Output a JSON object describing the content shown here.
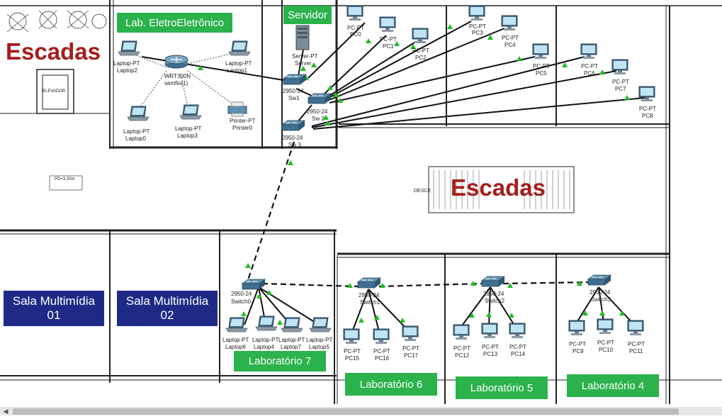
{
  "rooms": {
    "lab_eletro": "Lab. EletroEletrônico",
    "servidor": "Servidor",
    "sala_multimidia_01": "Sala Multimídia\n01",
    "sala_multimidia_02": "Sala Multimídia\n02",
    "lab7": "Laboratório 7",
    "lab6": "Laboratório 6",
    "lab5": "Laboratório 5",
    "lab4": "Laboratório 4"
  },
  "stairs": {
    "top_left": "Escadas",
    "center": "Escadas",
    "desce": "DESCE",
    "elevator": "ELEVADOR"
  },
  "floor_plan": {
    "pd": "PD=3,20m"
  },
  "devices": {
    "server": {
      "type": "Server-PT",
      "name": "Server"
    },
    "router": {
      "type": "WRT300N",
      "name": "semfio(1)"
    },
    "sw1": {
      "type": "2950-24",
      "name": "Sw1"
    },
    "sw2": {
      "type": "2950-24",
      "name": "Sw 2"
    },
    "sw3": {
      "type": "2950-24",
      "name": "Sw 3"
    },
    "switch0": {
      "type": "2950-24",
      "name": "Switch0"
    },
    "switch1": {
      "type": "2950-24",
      "name": "Switch1"
    },
    "switch2": {
      "type": "2950-24",
      "name": "Switch2"
    },
    "switch3": {
      "type": "2950-24",
      "name": "Switch3"
    },
    "printer0": {
      "type": "Printer-PT",
      "name": "Printer0"
    },
    "laptop0": {
      "type": "Laptop-PT",
      "name": "Laptop0"
    },
    "laptop1": {
      "type": "Laptop-PT",
      "name": "Laptop1"
    },
    "laptop2": {
      "type": "Laptop-PT",
      "name": "Laptop2"
    },
    "laptop3": {
      "type": "Laptop-PT",
      "name": "Laptop3"
    },
    "laptop4": {
      "type": "Laptop-PT",
      "name": "Laptop4"
    },
    "laptop5": {
      "type": "Laptop-PT",
      "name": "Laptop5"
    },
    "laptop6": {
      "type": "Laptop-PT",
      "name": "Laptop6"
    },
    "laptop7": {
      "type": "Laptop-PT",
      "name": "Laptop7"
    },
    "pc0": {
      "type": "PC-PT",
      "name": "PC0"
    },
    "pc1": {
      "type": "PC-PT",
      "name": "PC1"
    },
    "pc2": {
      "type": "PC-PT",
      "name": "PC2"
    },
    "pc3": {
      "type": "PC-PT",
      "name": "PC3"
    },
    "pc4": {
      "type": "PC-PT",
      "name": "PC4"
    },
    "pc5": {
      "type": "PC-PT",
      "name": "PC5"
    },
    "pc6": {
      "type": "PC-PT",
      "name": "PC6"
    },
    "pc7": {
      "type": "PC-PT",
      "name": "PC7"
    },
    "pc8": {
      "type": "PC-PT",
      "name": "PC8"
    },
    "pc9": {
      "type": "PC-PT",
      "name": "PC9"
    },
    "pc10": {
      "type": "PC-PT",
      "name": "PC10"
    },
    "pc11": {
      "type": "PC-PT",
      "name": "PC11"
    },
    "pc12": {
      "type": "PC-PT",
      "name": "PC12"
    },
    "pc13": {
      "type": "PC-PT",
      "name": "PC13"
    },
    "pc14": {
      "type": "PC-PT",
      "name": "PC14"
    },
    "pc15": {
      "type": "PC-PT",
      "name": "PC15"
    },
    "pc16": {
      "type": "PC-PT",
      "name": "PC16"
    },
    "pc17": {
      "type": "PC-PT",
      "name": "PC17"
    }
  },
  "colors": {
    "label_green": "#2bb24c",
    "label_navy": "#1f2a87",
    "stairs_red": "#a51d1d",
    "link_arrow": "#22bb22"
  }
}
